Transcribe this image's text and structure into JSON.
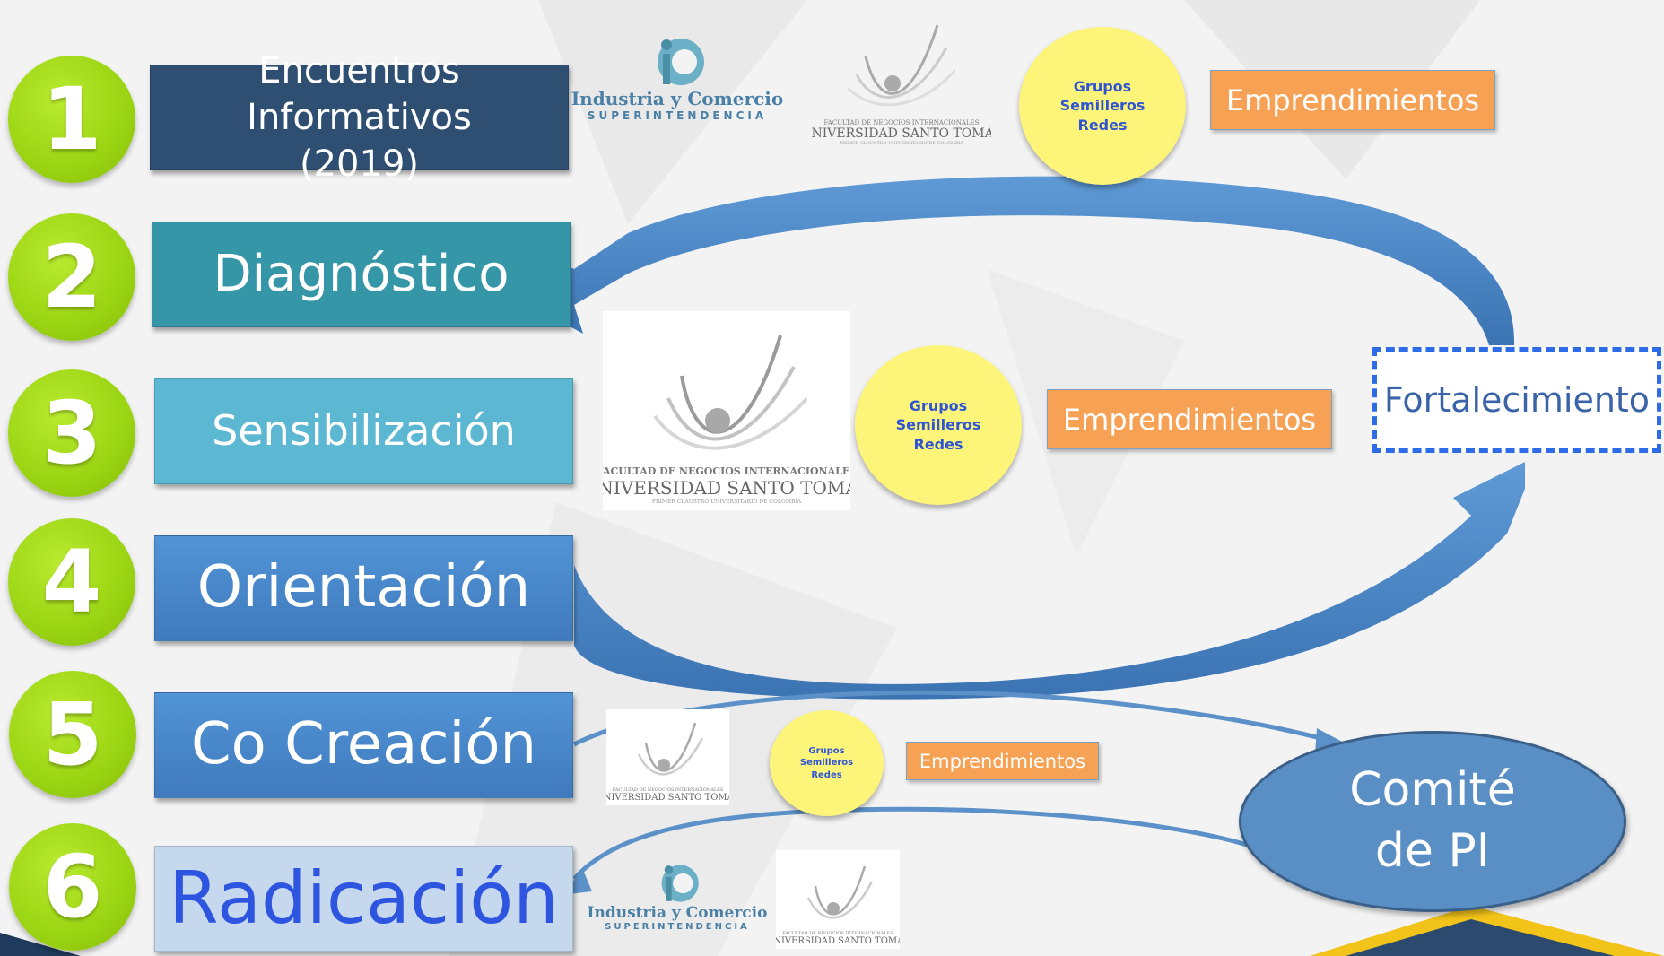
{
  "steps": [
    {
      "number": "1",
      "label": "Encuentros Informativos (2019)"
    },
    {
      "number": "2",
      "label": "Diagnóstico"
    },
    {
      "number": "3",
      "label": "Sensibilización"
    },
    {
      "number": "4",
      "label": "Orientación"
    },
    {
      "number": "5",
      "label": "Co Creación"
    },
    {
      "number": "6",
      "label": "Radicación"
    }
  ],
  "groups_circle": {
    "line1": "Grupos",
    "line2": "Semilleros",
    "line3": "Redes"
  },
  "emprendimientos": "Emprendimientos",
  "fortalecimiento": "Fortalecimiento",
  "comite": {
    "line1": "Comité",
    "line2": "de PI"
  },
  "logo_sic": {
    "top": "Industria y Comercio",
    "bottom": "SUPERINTENDENCIA"
  },
  "logo_ust": {
    "line1": "FACULTAD DE NEGOCIOS INTERNACIONALES",
    "line2": "UNIVERSIDAD SANTO TOMÁS",
    "line3": "PRIMER CLAUSTRO UNIVERSITARIO DE COLOMBIA"
  },
  "colors": {
    "step_green": "#9ad412",
    "step1_box": "#2e4f72",
    "step2_box": "#3596a8",
    "step3_box": "#5cb8d2",
    "step4_box": "#4a87c6",
    "step5_box": "#4a87c6",
    "step6_box": "#c5d8ee",
    "step6_text": "#2e55e0",
    "yellow_circle": "#fdf57a",
    "orange_box": "#f7a155",
    "comite": "#5a8fc6",
    "arrow": "#4a87c6",
    "fortalecimiento_border": "#2e6be6"
  }
}
